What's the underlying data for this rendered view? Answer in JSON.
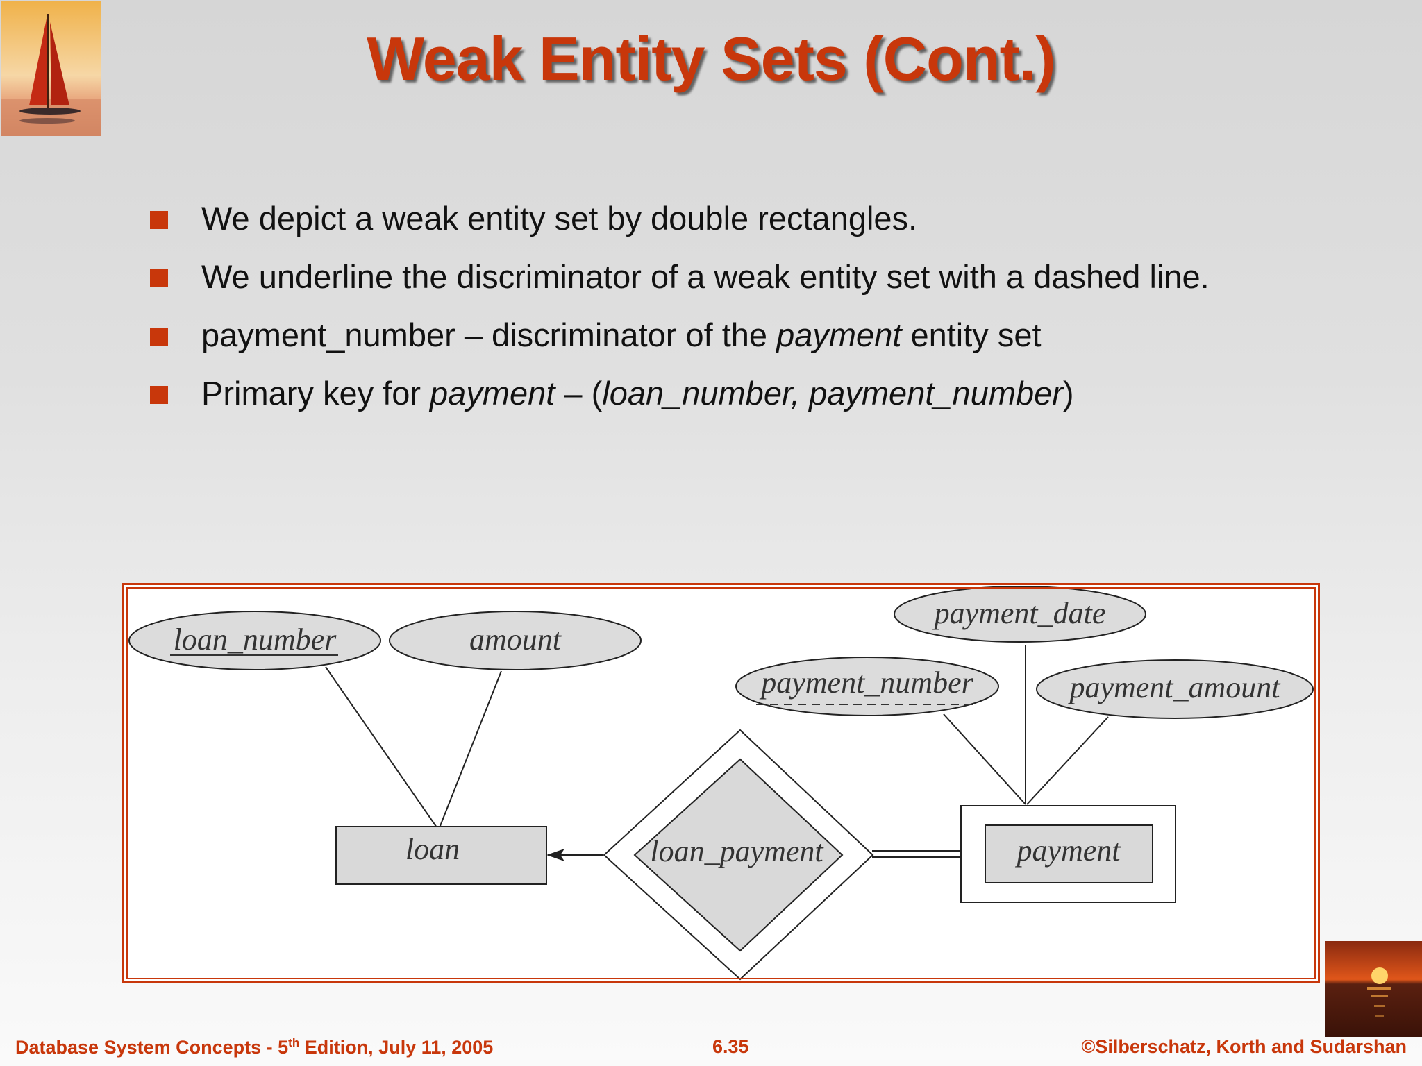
{
  "title": "Weak Entity Sets (Cont.)",
  "bullets": [
    {
      "parts": [
        {
          "text": "We depict a weak entity set by double rectangles.",
          "italic": false
        }
      ]
    },
    {
      "parts": [
        {
          "text": "We underline the discriminator of a weak entity set  with a dashed line.",
          "italic": false
        }
      ]
    },
    {
      "parts": [
        {
          "text": "payment_number – discriminator of the ",
          "italic": false
        },
        {
          "text": "payment",
          "italic": true
        },
        {
          "text": " entity set",
          "italic": false
        }
      ]
    },
    {
      "parts": [
        {
          "text": "Primary key for ",
          "italic": false
        },
        {
          "text": "payment",
          "italic": true
        },
        {
          "text": " – (",
          "italic": false
        },
        {
          "text": "loan_number, payment_number",
          "italic": true
        },
        {
          "text": ")",
          "italic": false
        }
      ]
    }
  ],
  "diagram": {
    "attributes": {
      "loan_number": "loan_number",
      "amount": "amount",
      "payment_date": "payment_date",
      "payment_number": "payment_number",
      "payment_amount": "payment_amount"
    },
    "entities": {
      "loan": "loan",
      "payment": "payment"
    },
    "relationships": {
      "loan_payment": "loan_payment"
    }
  },
  "footer": {
    "left_main": "Database System Concepts - 5",
    "left_sup": "th",
    "left_rest": " Edition, July 11, 2005",
    "center": "6.35",
    "right": "©Silberschatz, Korth and Sudarshan"
  },
  "colors": {
    "accent": "#c8370b",
    "shape_fill": "#d9d9d9"
  },
  "icons": {
    "top_left": "sailboat-sunset-logo",
    "bottom_right": "sunset-ocean-logo"
  }
}
